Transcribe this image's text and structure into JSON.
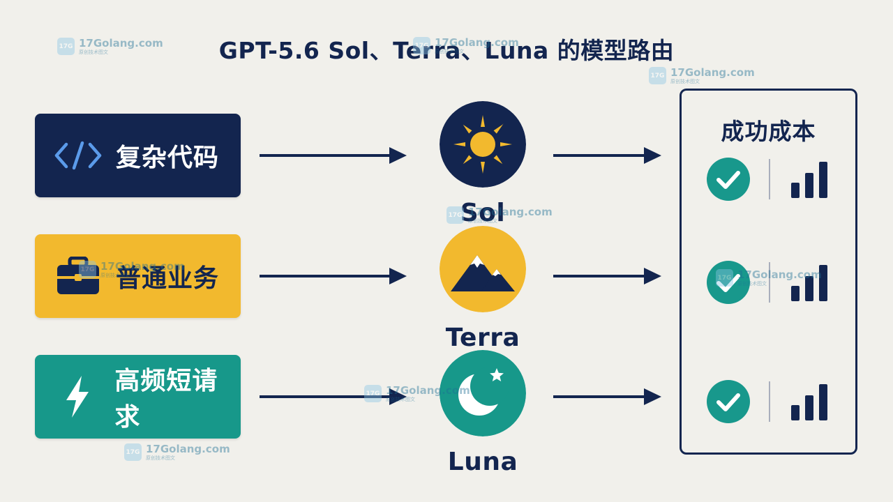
{
  "title": "GPT-5.6 Sol、Terra、Luna 的模型路由",
  "colors": {
    "navy": "#13254f",
    "yellow": "#f2b92e",
    "teal": "#17988a",
    "background": "#f1f0eb",
    "check": "#18988c"
  },
  "categories": [
    {
      "label": "复杂代码",
      "icon": "code-brackets-icon",
      "color": "#13254f",
      "text_color": "#ffffff"
    },
    {
      "label": "普通业务",
      "icon": "briefcase-icon",
      "color": "#f2b92e",
      "text_color": "#13254f"
    },
    {
      "label": "高频短请求",
      "icon": "lightning-bolt-icon",
      "color": "#17988a",
      "text_color": "#ffffff"
    }
  ],
  "models": [
    {
      "name": "Sol",
      "icon": "sun-icon"
    },
    {
      "name": "Terra",
      "icon": "mountain-icon"
    },
    {
      "name": "Luna",
      "icon": "moon-star-icon"
    }
  ],
  "panel": {
    "title": "成功成本",
    "rows": [
      {
        "status": "success",
        "icon": "check-circle-icon",
        "bars_icon": "bar-level-icon"
      },
      {
        "status": "success",
        "icon": "check-circle-icon",
        "bars_icon": "bar-level-icon"
      },
      {
        "status": "success",
        "icon": "check-circle-icon",
        "bars_icon": "bar-level-icon"
      }
    ]
  },
  "watermark": {
    "site": "17Golang.com",
    "sub": "原创技术图文",
    "logo_text": "17G"
  }
}
